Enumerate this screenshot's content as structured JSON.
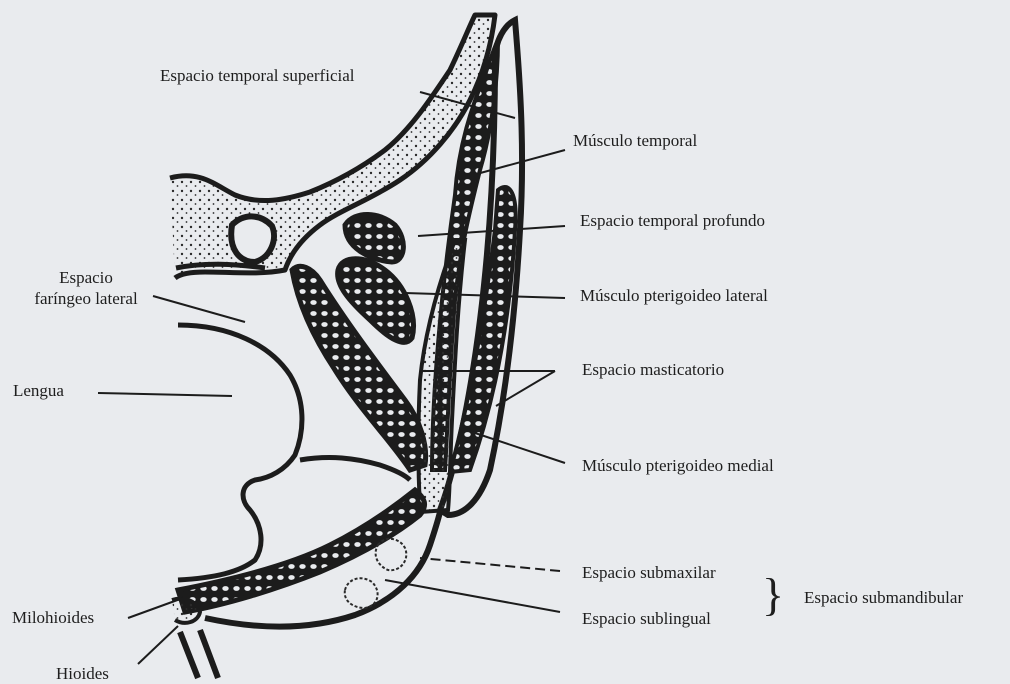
{
  "labels": {
    "temporal_superficial": "Espacio temporal superficial",
    "musculo_temporal": "Músculo temporal",
    "temporal_profundo": "Espacio temporal profundo",
    "faringeo_line1": "Espacio",
    "faringeo_line2": "faríngeo lateral",
    "pterigoideo_lateral": "Músculo pterigoideo lateral",
    "lengua": "Lengua",
    "masticatorio": "Espacio masticatorio",
    "pterigoideo_medial": "Músculo pterigoideo medial",
    "submaxilar": "Espacio submaxilar",
    "sublingual": "Espacio sublingual",
    "submandibular": "Espacio submandibular",
    "milohioides": "Milohioides",
    "hioides": "Hioides"
  },
  "colors": {
    "background": "#e9ebee",
    "ink": "#1c1c1c"
  }
}
